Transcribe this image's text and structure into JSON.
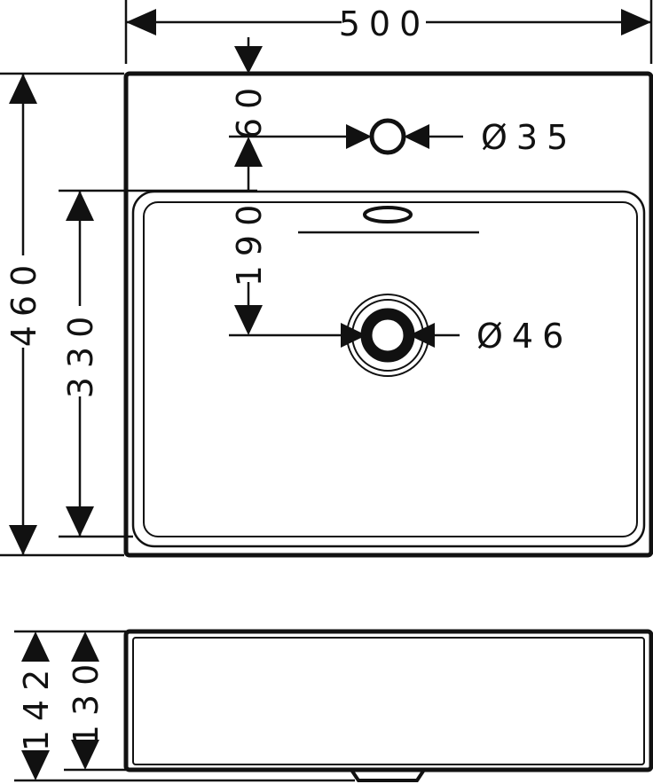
{
  "drawing": {
    "top_view": {
      "width_dim": "500",
      "depth_dim": "460",
      "basin_depth_dim": "330",
      "tap_hole_offset_dim": "60",
      "drain_offset_dim": "190",
      "tap_hole_diameter": "Ø35",
      "drain_diameter": "Ø46"
    },
    "side_view": {
      "total_height_dim": "142",
      "body_height_dim": "130"
    }
  },
  "colors": {
    "line": "#111111",
    "background": "#ffffff"
  }
}
